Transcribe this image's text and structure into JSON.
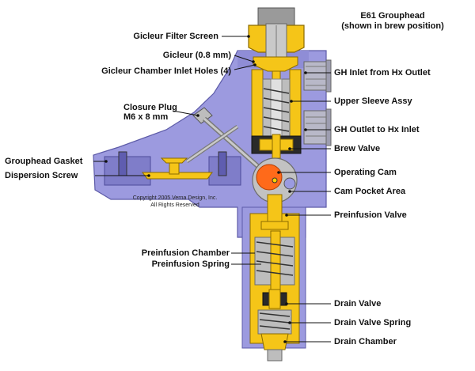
{
  "title": {
    "line1": "E61 Grouphead",
    "line2": "(shown in brew position)"
  },
  "copyright": {
    "line1": "Copyright 2005 Verna Design, Inc.",
    "line2": "All Rights Reserved"
  },
  "labels": {
    "gicleur_filter_screen": "Gicleur Filter Screen",
    "gicleur": "Gicleur (0.8 mm)",
    "gicleur_chamber_inlet_holes": "Gicleur Chamber Inlet Holes (4)",
    "closure_plug_1": "Closure Plug",
    "closure_plug_2": "M6 x 8 mm",
    "grouphead_gasket": "Grouphead Gasket",
    "dispersion_screw": "Dispersion Screw",
    "gh_inlet": "GH Inlet from Hx Outlet",
    "upper_sleeve": "Upper Sleeve Assy",
    "gh_outlet": "GH Outlet to Hx Inlet",
    "brew_valve": "Brew Valve",
    "operating_cam": "Operating Cam",
    "cam_pocket": "Cam Pocket Area",
    "preinfusion_valve": "Preinfusion Valve",
    "preinfusion_chamber": "Preinfusion Chamber",
    "preinfusion_spring": "Preinfusion Spring",
    "drain_valve": "Drain Valve",
    "drain_valve_spring": "Drain Valve Spring",
    "drain_chamber": "Drain Chamber"
  },
  "colors": {
    "body": "#9c9adf",
    "body_dark": "#7f7dc9",
    "brass": "#f5c518",
    "brass_dark": "#b8900c",
    "steel": "#bdbdbd",
    "steel_dark": "#8c8c8c",
    "cam": "#ff6a1a",
    "line": "#111111"
  }
}
